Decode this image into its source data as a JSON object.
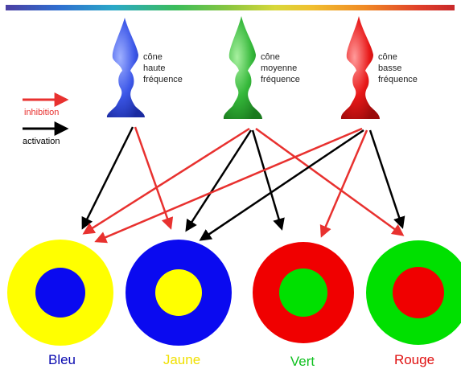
{
  "colors": {
    "blue": "#0a0af0",
    "yellow": "#ffff00",
    "green": "#00e000",
    "red": "#f00000",
    "inhibition_arrow": "#e8312f",
    "activation_arrow": "#000000",
    "cone_blue": "#3c57e8",
    "cone_green": "#35b83a",
    "cone_red": "#e81818"
  },
  "cones": [
    {
      "id": "high",
      "line1": "cône",
      "line2": "haute",
      "line3": "fréquence",
      "color": "#3c57e8"
    },
    {
      "id": "mid",
      "line1": "cône",
      "line2": "moyenne",
      "line3": "fréquence",
      "color": "#35b83a"
    },
    {
      "id": "low",
      "line1": "cône",
      "line2": "basse",
      "line3": "fréquence",
      "color": "#e81818"
    }
  ],
  "legend": {
    "inhibition": "inhibition",
    "activation": "activation"
  },
  "channels": [
    {
      "id": "bleu",
      "label": "Bleu",
      "label_color": "#0a0ab0",
      "outer": "#ffff00",
      "inner": "#0a0af0"
    },
    {
      "id": "jaune",
      "label": "Jaune",
      "label_color": "#f0e000",
      "outer": "#0a0af0",
      "inner": "#ffff00"
    },
    {
      "id": "vert",
      "label": "Vert",
      "label_color": "#10c020",
      "outer": "#f00000",
      "inner": "#00e000"
    },
    {
      "id": "rouge",
      "label": "Rouge",
      "label_color": "#e01010",
      "outer": "#00e000",
      "inner": "#f00000"
    }
  ]
}
